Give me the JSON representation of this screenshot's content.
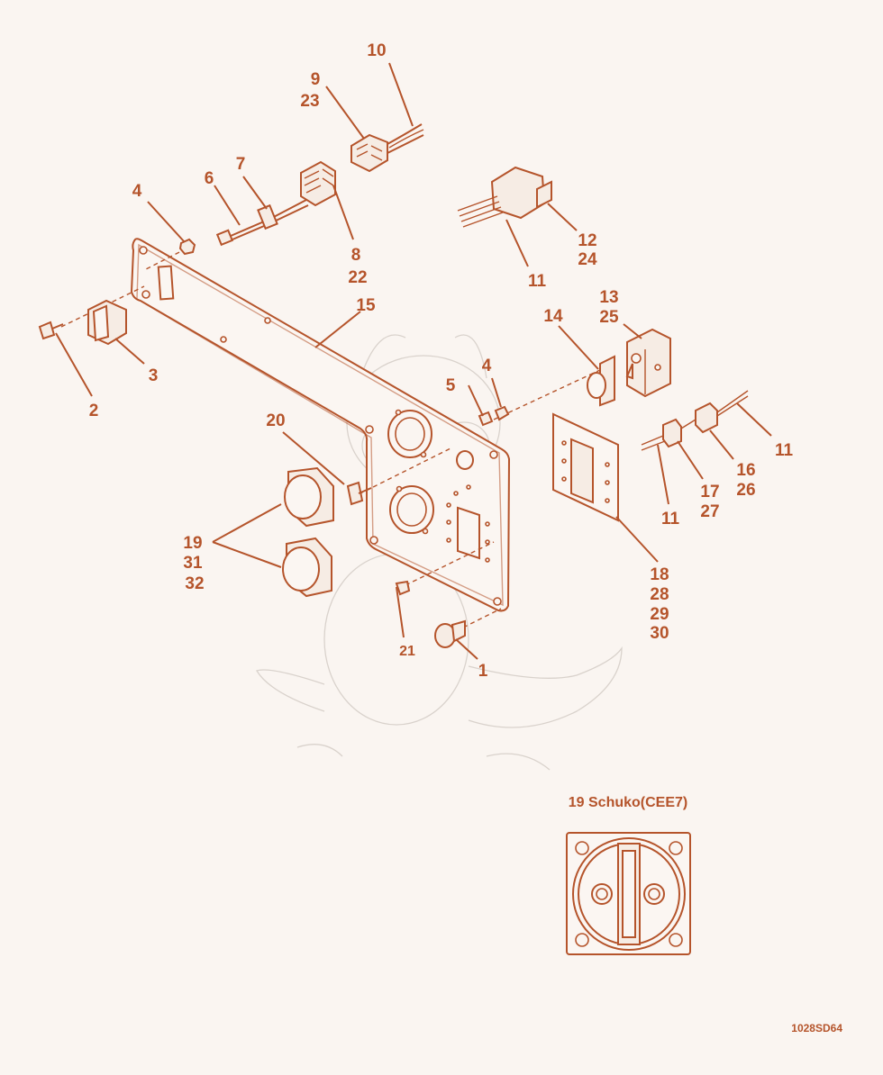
{
  "callouts": {
    "c1": "1",
    "c2": "2",
    "c3": "3",
    "c4a": "4",
    "c4b": "4",
    "c5": "5",
    "c6": "6",
    "c7": "7",
    "c8": "8",
    "c22": "22",
    "c9": "9",
    "c23": "23",
    "c10": "10",
    "c11a": "11",
    "c11b": "11",
    "c11c": "11",
    "c12": "12",
    "c24": "24",
    "c13": "13",
    "c25": "25",
    "c14": "14",
    "c15": "15",
    "c16": "16",
    "c26": "26",
    "c17": "17",
    "c27": "27",
    "c18": "18",
    "c28": "28",
    "c29": "29",
    "c30": "30",
    "c19": "19",
    "c31": "31",
    "c32": "32",
    "c20": "20",
    "c21": "21"
  },
  "inset": {
    "title": "19 Schuko(CEE7)"
  },
  "drawing_code": "1028SD64"
}
